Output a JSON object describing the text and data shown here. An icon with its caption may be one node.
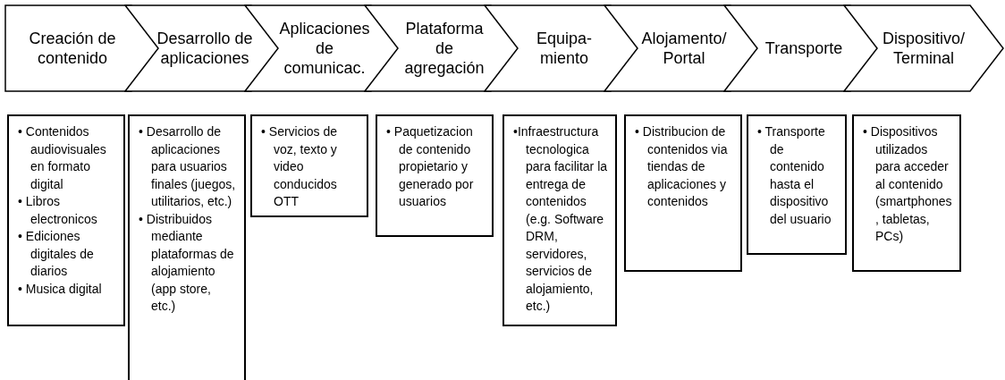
{
  "diagram": {
    "nodes": [
      {
        "text": [
          "Creación de contenido"
        ]
      },
      {
        "text": [
          "Desarrollo de aplicaciones"
        ]
      },
      {
        "text": [
          "Aplicaciones de comunicac."
        ]
      },
      {
        "text": [
          "Plataforma de agregación"
        ]
      },
      {
        "text": [
          "Equipa- miento"
        ]
      },
      {
        "text": [
          "Alojamento/ Portal"
        ]
      },
      {
        "text": [
          "Transporte"
        ]
      },
      {
        "text": [
          "Dispositivo/ Terminal"
        ]
      },
      {
        "text": [
          "• Contenidos audiovisuales en formato digital",
          "• Libros electronicos",
          "• Ediciones digitales de diarios",
          "• Musica digital"
        ]
      },
      {
        "text": [
          "• Desarrollo de aplicaciones para usuarios finales (juegos, utilitarios, etc.)",
          "• Distribuidos mediante plataformas de alojamiento (app store, etc.)"
        ]
      },
      {
        "text": [
          "• Servicios de voz, texto y video conducidos OTT"
        ]
      },
      {
        "text": [
          "• Paquetizacion de contenido propietario y generado por usuarios"
        ]
      },
      {
        "text": [
          "•Infraestructura tecnologica para facilitar la entrega de contenidos (e.g. Software DRM, servidores, servicios de alojamiento, etc.)"
        ]
      },
      {
        "text": [
          "• Distribucion de contenidos via tiendas de aplicaciones y contenidos"
        ]
      },
      {
        "text": [
          "• Transporte de contenido hasta el dispositivo del usuario"
        ]
      },
      {
        "text": [
          "• Dispositivos utilizados para acceder al contenido (smartphones, tabletas, PCs)"
        ]
      }
    ]
  }
}
